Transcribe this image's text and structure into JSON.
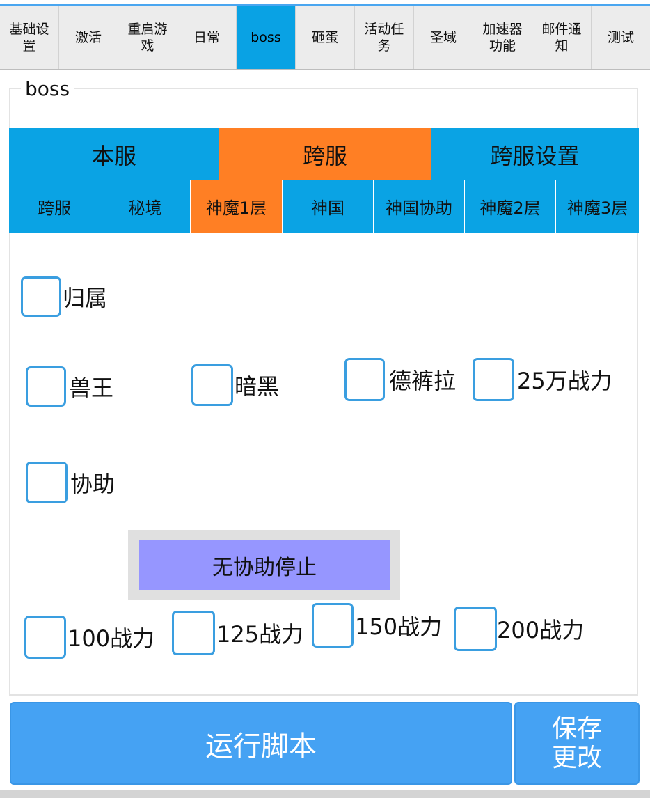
{
  "top_tabs": [
    {
      "label": "基础设\n置",
      "active": false
    },
    {
      "label": "激活",
      "active": false
    },
    {
      "label": "重启游\n戏",
      "active": false
    },
    {
      "label": "日常",
      "active": false
    },
    {
      "label": "boss",
      "active": true
    },
    {
      "label": "砸蛋",
      "active": false
    },
    {
      "label": "活动任\n务",
      "active": false
    },
    {
      "label": "圣域",
      "active": false
    },
    {
      "label": "加速器\n功能",
      "active": false
    },
    {
      "label": "邮件通\n知",
      "active": false
    },
    {
      "label": "测试",
      "active": false
    }
  ],
  "group": {
    "title": "boss"
  },
  "level2_tabs": [
    {
      "label": "本服",
      "active": false
    },
    {
      "label": "跨服",
      "active": true
    },
    {
      "label": "跨服设置",
      "active": false
    }
  ],
  "level3_tabs": [
    {
      "label": "跨服",
      "active": false
    },
    {
      "label": "秘境",
      "active": false
    },
    {
      "label": "神魔1层",
      "active": true
    },
    {
      "label": "神国",
      "active": false
    },
    {
      "label": "神国协助",
      "active": false
    },
    {
      "label": "神魔2层",
      "active": false
    },
    {
      "label": "神魔3层",
      "active": false
    }
  ],
  "checkboxes": {
    "guishu": "归属",
    "shouwang": "兽王",
    "anhei": "暗黑",
    "dekula": "德裤拉",
    "power25w": "25万战力",
    "xiezhu": "协助",
    "power100": "100战力",
    "power125": "125战力",
    "power150": "150战力",
    "power200": "200战力"
  },
  "stop_button": "无协助停止",
  "run_button": "运行脚本",
  "save_button": "保存\n更改",
  "colors": {
    "tab_active": "#09a2e4",
    "tab_orange": "#ff7f24",
    "checkbox_border": "#3a9ee0",
    "stop_button": "#9696ff",
    "primary": "#45a2f3"
  }
}
